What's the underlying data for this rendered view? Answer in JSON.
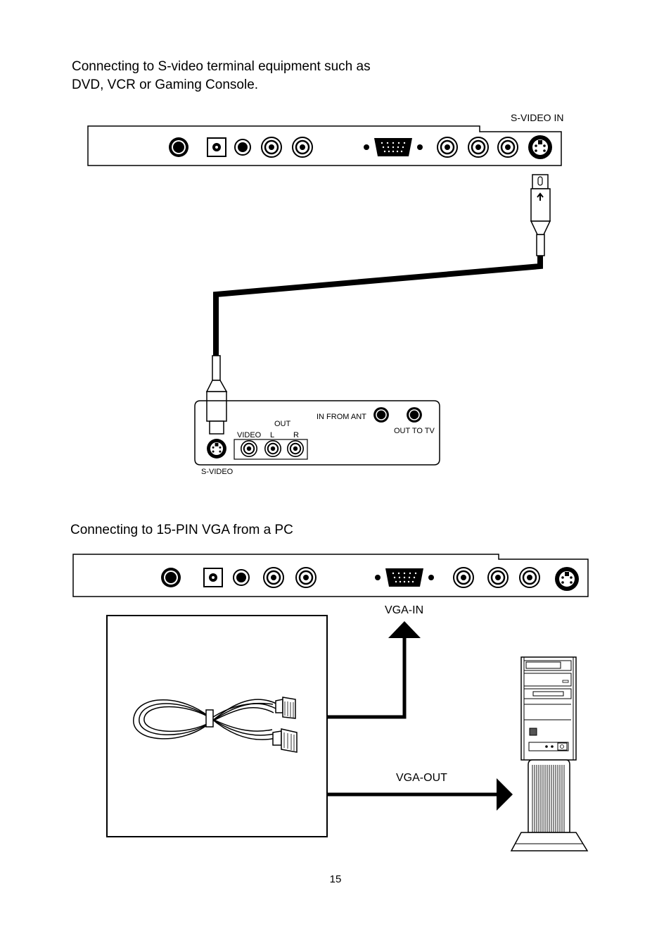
{
  "section1": {
    "heading_line1": "Connecting to S-video terminal equipment such as",
    "heading_line2": "DVD, VCR or Gaming Console.",
    "port_label": "S-VIDEO IN",
    "device": {
      "out_label": "OUT",
      "video_label": "VIDEO",
      "left_label": "L",
      "right_label": "R",
      "in_from_ant_label": "IN FROM ANT",
      "out_to_tv_label": "OUT TO TV",
      "svideo_label": "S-VIDEO"
    }
  },
  "section2": {
    "heading": "Connecting to 15-PIN VGA from a PC",
    "vga_in_label": "VGA-IN",
    "vga_out_label": "VGA-OUT"
  },
  "page_number": "15"
}
